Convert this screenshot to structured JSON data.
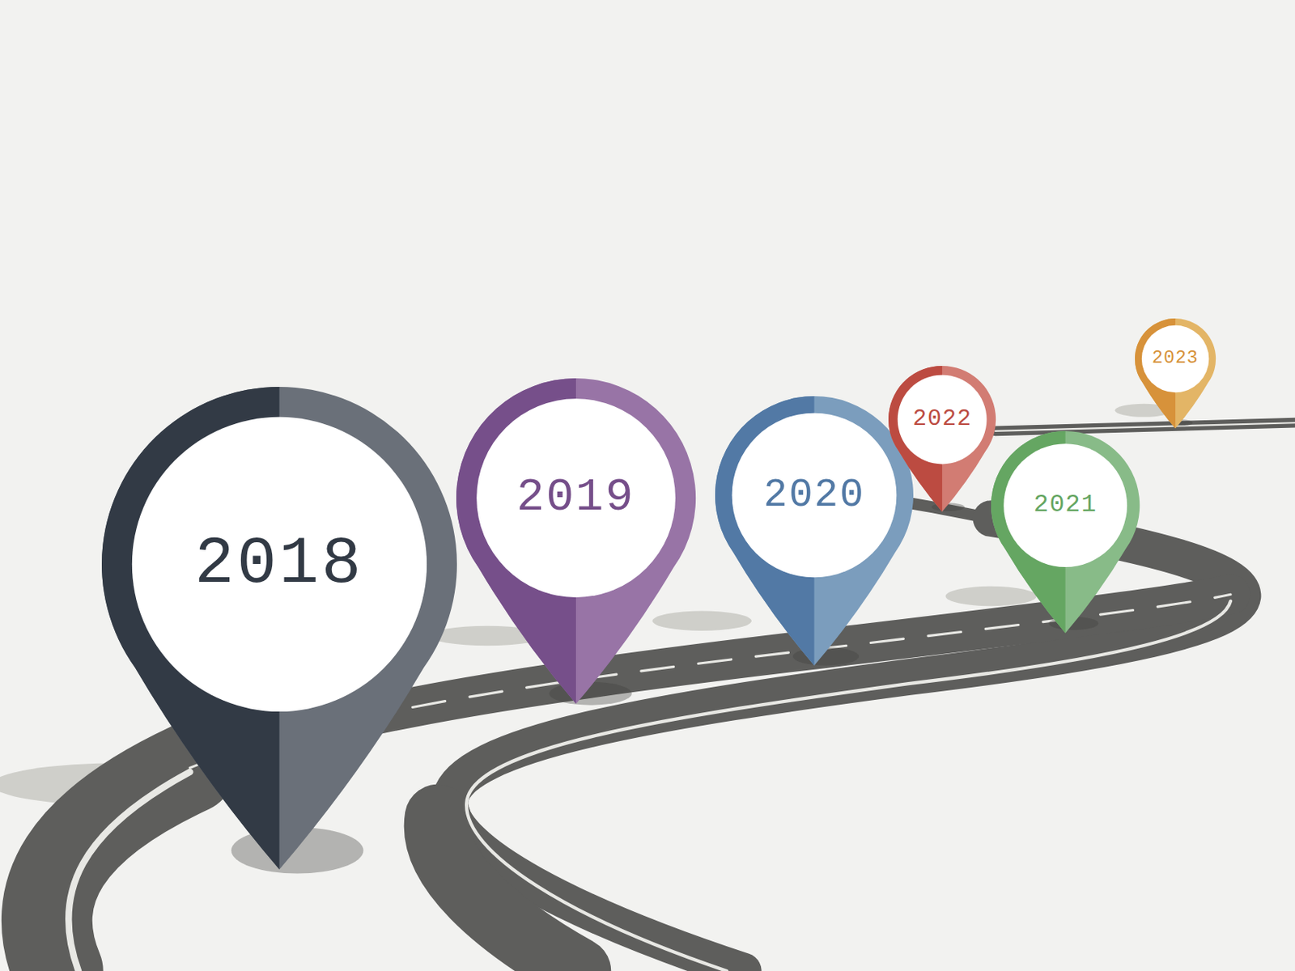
{
  "diagram": {
    "nodes": [
      {
        "text": [
          "2018"
        ]
      },
      {
        "text": [
          "2019"
        ]
      },
      {
        "text": [
          "2020"
        ]
      },
      {
        "text": [
          "2021"
        ]
      },
      {
        "text": [
          "2022"
        ]
      },
      {
        "text": [
          "2023"
        ]
      }
    ]
  }
}
